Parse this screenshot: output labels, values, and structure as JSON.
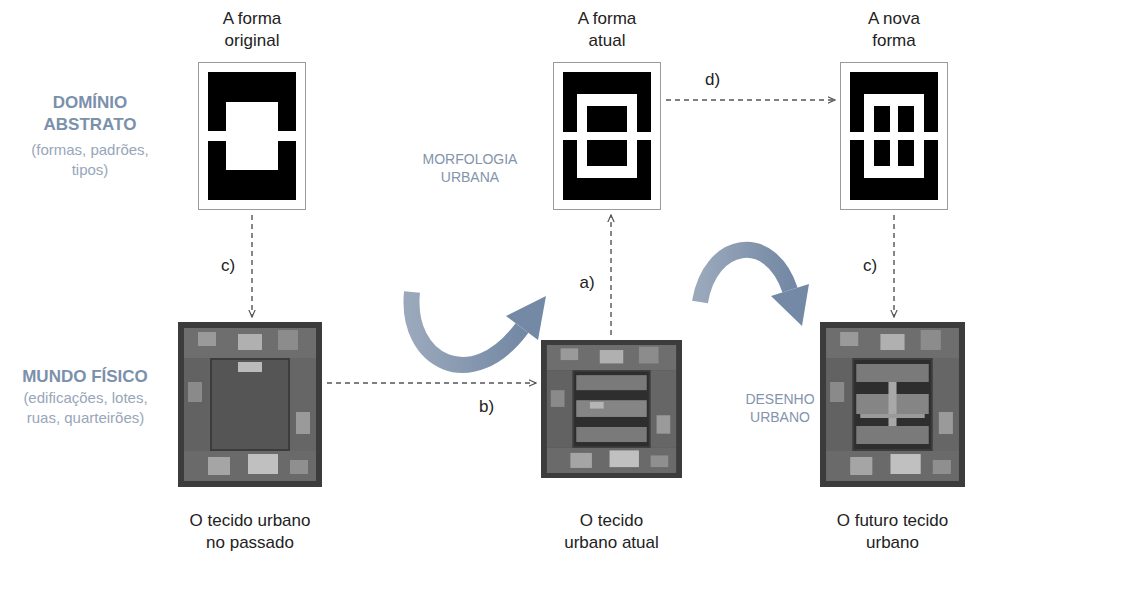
{
  "diagram": {
    "nodes": [
      {
        "text": [
          "A forma original"
        ]
      },
      {
        "text": [
          "A forma atual"
        ]
      },
      {
        "text": [
          "A nova forma"
        ]
      },
      {
        "text": [
          "O tecido urbano no passado"
        ]
      },
      {
        "text": [
          "O tecido urbano atual"
        ]
      },
      {
        "text": [
          "O futuro tecido urbano"
        ]
      }
    ],
    "edges": [
      {
        "from": 0,
        "to": 3,
        "label": "c)",
        "arrow": "to"
      },
      {
        "from": 3,
        "to": 4,
        "label": "b)",
        "arrow": "to"
      },
      {
        "from": 4,
        "to": 1,
        "label": "a)",
        "arrow": "to"
      },
      {
        "from": 1,
        "to": 2,
        "label": "d)",
        "arrow": "to"
      },
      {
        "from": 2,
        "to": 5,
        "label": "c)",
        "arrow": "to"
      }
    ],
    "labels": [
      "DOMÍNIO ABSTRATO",
      "(formas, padrões, tipos)",
      "MUNDO FÍSICO",
      "(edificações, lotes, ruas, quarteirões)",
      "MORFOLOGIA URBANA",
      "DESENHO URBANO"
    ]
  }
}
